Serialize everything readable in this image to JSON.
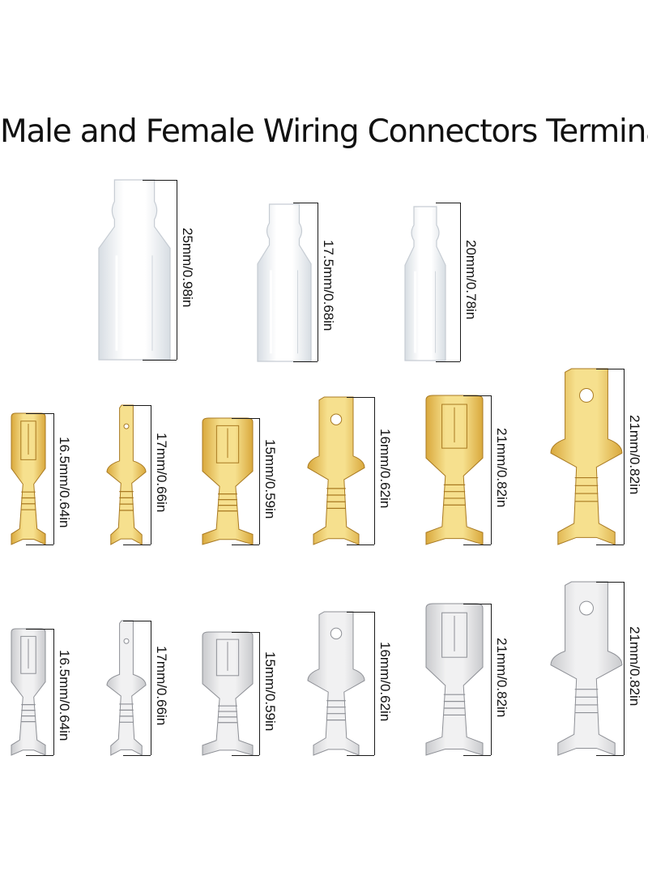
{
  "title": "Male and Female Wiring Connectors Terminal",
  "colors": {
    "sleeve": "#eef1f4",
    "brass": "#d9a83c",
    "brass_light": "#f6e08e",
    "silver": "#c9cacd",
    "silver_light": "#f1f1f2"
  },
  "sleeves": [
    {
      "icon": "insulating-sleeve-large-icon",
      "size": "25mm/0.98in"
    },
    {
      "icon": "insulating-sleeve-medium-icon",
      "size": "17.5mm/0.68in"
    },
    {
      "icon": "insulating-sleeve-slim-icon",
      "size": "20mm/0.78in"
    }
  ],
  "gold": [
    {
      "icon": "gold-female-terminal-small-icon",
      "size": "16.5mm/0.64in"
    },
    {
      "icon": "gold-male-terminal-narrow-icon",
      "size": "17mm/0.66in"
    },
    {
      "icon": "gold-female-terminal-medium-icon",
      "size": "15mm/0.59in"
    },
    {
      "icon": "gold-male-terminal-medium-icon",
      "size": "16mm/0.62in"
    },
    {
      "icon": "gold-female-terminal-large-icon",
      "size": "21mm/0.82in"
    },
    {
      "icon": "gold-male-terminal-large-icon",
      "size": "21mm/0.82in"
    }
  ],
  "silver": [
    {
      "icon": "silver-female-terminal-small-icon",
      "size": "16.5mm/0.64in"
    },
    {
      "icon": "silver-male-terminal-narrow-icon",
      "size": "17mm/0.66in"
    },
    {
      "icon": "silver-female-terminal-medium-icon",
      "size": "15mm/0.59in"
    },
    {
      "icon": "silver-male-terminal-medium-icon",
      "size": "16mm/0.62in"
    },
    {
      "icon": "silver-female-terminal-large-icon",
      "size": "21mm/0.82in"
    },
    {
      "icon": "silver-male-terminal-large-icon",
      "size": "21mm/0.82in"
    }
  ]
}
